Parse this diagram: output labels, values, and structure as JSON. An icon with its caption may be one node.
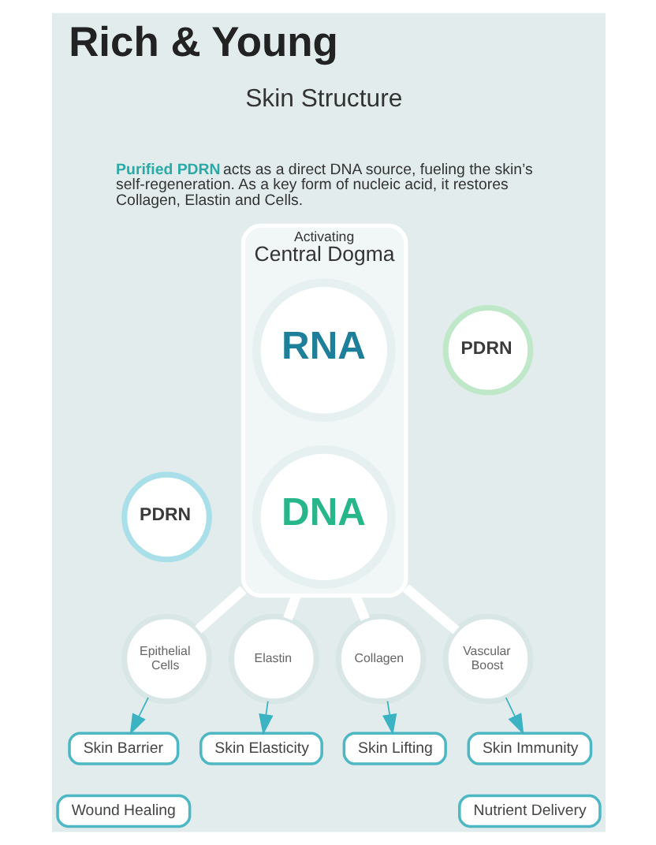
{
  "diagram": {
    "title": "Rich & Young",
    "nodes": [
      {
        "text": [
          "Activating",
          "Central Dogma"
        ]
      },
      {
        "text": [
          "RNA"
        ],
        "in": 0
      },
      {
        "text": [
          "PDRN"
        ]
      },
      {
        "text": [
          "PDRN"
        ]
      },
      {
        "text": [
          "DNA"
        ],
        "in": 0
      },
      {
        "text": [
          "Epithelial Cells"
        ]
      },
      {
        "text": [
          "Elastin"
        ]
      },
      {
        "text": [
          "Collagen"
        ]
      },
      {
        "text": [
          "Vascular Boost"
        ]
      },
      {
        "text": [
          "Skin Barrier"
        ]
      },
      {
        "text": [
          "Wound Healing"
        ]
      },
      {
        "text": [
          "Skin Elasticity"
        ]
      },
      {
        "text": [
          "Skin Lifting"
        ]
      },
      {
        "text": [
          "Skin Immunity"
        ]
      },
      {
        "text": [
          "Nutrient Delivery"
        ]
      }
    ],
    "edges": [
      {
        "from": 0,
        "to": 5,
        "arrow": "none",
        "style": "thick"
      },
      {
        "from": 0,
        "to": 6,
        "arrow": "none",
        "style": "thick"
      },
      {
        "from": 0,
        "to": 7,
        "arrow": "none",
        "style": "thick"
      },
      {
        "from": 0,
        "to": 8,
        "arrow": "none",
        "style": "thick"
      },
      {
        "from": 5,
        "to": 9,
        "arrow": "to",
        "color": "#3bb3c3"
      },
      {
        "from": 6,
        "to": 11,
        "arrow": "to",
        "color": "#3bb3c3"
      },
      {
        "from": 7,
        "to": 12,
        "arrow": "to",
        "color": "#3bb3c3"
      },
      {
        "from": 8,
        "to": 13,
        "arrow": "to",
        "color": "#3bb3c3"
      }
    ],
    "labels": [
      "Skin Structure",
      "**Purified PDRN** acts as a direct DNA source, fueling the skin’s self-regeneration. As a key form of nucleic acid, it restores Collagen, Elastin and Cells."
    ]
  }
}
